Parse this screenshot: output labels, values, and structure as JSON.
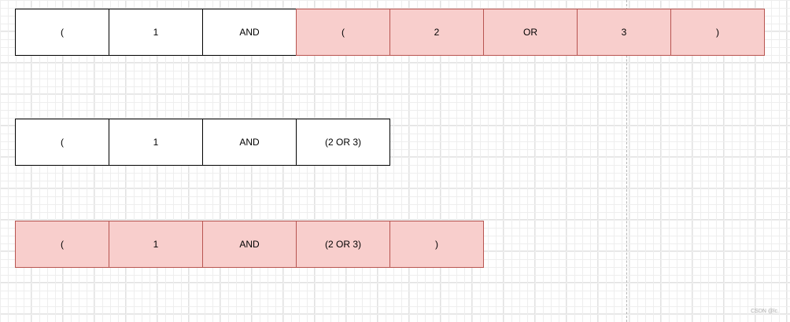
{
  "diagram": {
    "rows": [
      {
        "cells": [
          {
            "text": "(",
            "highlighted": false
          },
          {
            "text": "1",
            "highlighted": false
          },
          {
            "text": "AND",
            "highlighted": false
          },
          {
            "text": "(",
            "highlighted": true
          },
          {
            "text": "2",
            "highlighted": true
          },
          {
            "text": "OR",
            "highlighted": true
          },
          {
            "text": "3",
            "highlighted": true
          },
          {
            "text": ")",
            "highlighted": true
          }
        ]
      },
      {
        "cells": [
          {
            "text": "(",
            "highlighted": false
          },
          {
            "text": "1",
            "highlighted": false
          },
          {
            "text": "AND",
            "highlighted": false
          },
          {
            "text": "(2 OR 3)",
            "highlighted": false
          }
        ]
      },
      {
        "cells": [
          {
            "text": "(",
            "highlighted": true
          },
          {
            "text": "1",
            "highlighted": true
          },
          {
            "text": "AND",
            "highlighted": true
          },
          {
            "text": "(2 OR 3)",
            "highlighted": true
          },
          {
            "text": ")",
            "highlighted": true
          }
        ]
      }
    ],
    "colors": {
      "highlight_fill": "#f8cecc",
      "highlight_border": "#b85450",
      "default_fill": "#ffffff",
      "default_border": "#000000"
    }
  },
  "watermark": "CSDN @lc."
}
